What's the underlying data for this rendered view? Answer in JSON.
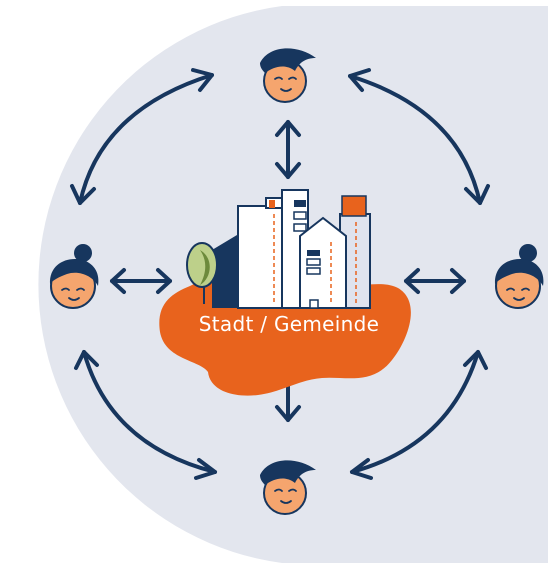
{
  "center": {
    "label": "Stadt / Gemeinde"
  },
  "colors": {
    "background_shape": "#e3e6ee",
    "navy": "#17365e",
    "orange": "#e8631d",
    "face": "#f5a56e",
    "building_white": "#ffffff",
    "tree_light": "#bdd08a",
    "tree_dark": "#6d8a3c"
  },
  "people": [
    {
      "id": "top",
      "icon": "person-short-hair-icon"
    },
    {
      "id": "left",
      "icon": "person-bun-icon"
    },
    {
      "id": "right",
      "icon": "person-bun-icon"
    },
    {
      "id": "bottom",
      "icon": "person-short-hair-icon"
    }
  ],
  "connections": [
    {
      "type": "curved-two-way",
      "from": "top",
      "to": "left"
    },
    {
      "type": "curved-two-way",
      "from": "top",
      "to": "right"
    },
    {
      "type": "curved-two-way",
      "from": "left",
      "to": "bottom"
    },
    {
      "type": "curved-two-way",
      "from": "right",
      "to": "bottom"
    },
    {
      "type": "straight-two-way",
      "from": "top",
      "to": "center"
    },
    {
      "type": "straight-two-way",
      "from": "left",
      "to": "center"
    },
    {
      "type": "straight-two-way",
      "from": "right",
      "to": "center"
    },
    {
      "type": "straight-two-way",
      "from": "bottom",
      "to": "center"
    }
  ]
}
